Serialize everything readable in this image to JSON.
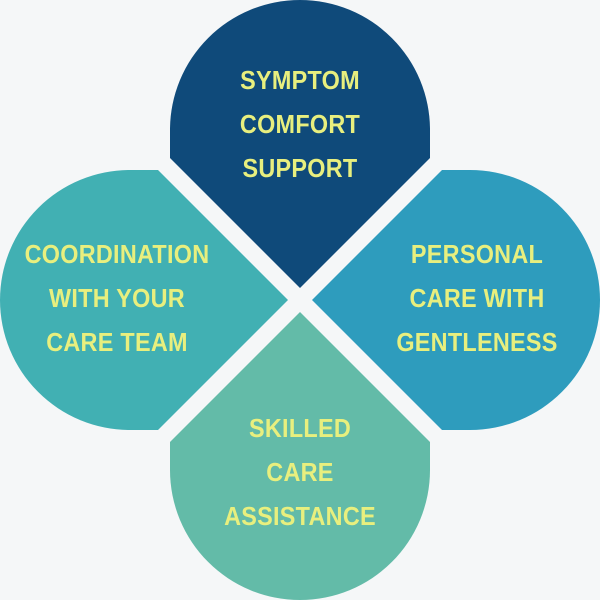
{
  "diagram": {
    "type": "four-petal-teardrop",
    "background": "#f5f7f8",
    "text_color": "#e8ef7e",
    "petals": [
      {
        "position": "top",
        "color": "#0f4a7a",
        "lines": [
          "SYMPTOM",
          "COMFORT",
          "SUPPORT"
        ]
      },
      {
        "position": "left",
        "color": "#41b0b3",
        "lines": [
          "COORDINATION",
          "WITH YOUR",
          "CARE TEAM"
        ]
      },
      {
        "position": "right",
        "color": "#2e9cbd",
        "lines": [
          "PERSONAL",
          "CARE WITH",
          "GENTLENESS"
        ]
      },
      {
        "position": "bottom",
        "color": "#63bba8",
        "lines": [
          "SKILLED",
          "CARE",
          "ASSISTANCE"
        ]
      }
    ]
  }
}
